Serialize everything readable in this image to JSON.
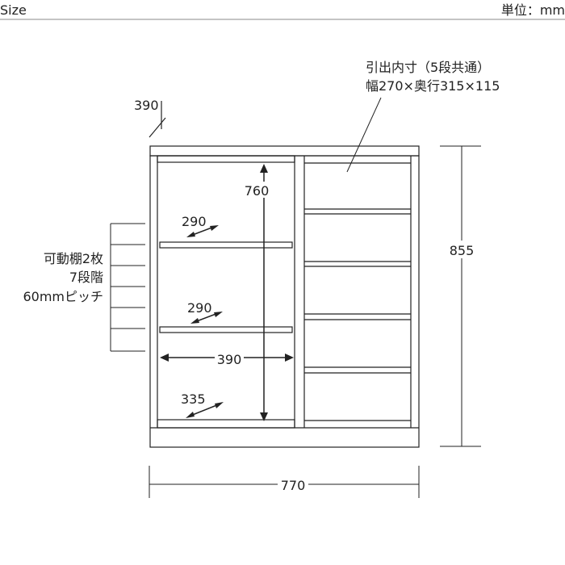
{
  "header": {
    "title": "Size",
    "unit": "単位：mm"
  },
  "dimensions": {
    "depth": "390",
    "width": "770",
    "height": "855",
    "inner_height": "760",
    "inner_width": "390",
    "shelf_depth_upper": "290",
    "shelf_depth_lower": "290",
    "bottom_depth": "335"
  },
  "notes": {
    "drawer_line1": "引出内寸（5段共通）",
    "drawer_line2": "幅270×奥行315×115",
    "shelf_line1": "可動棚2枚",
    "shelf_line2": "7段階",
    "shelf_line3": "60mmピッチ"
  },
  "colors": {
    "line": "#222222",
    "divider": "#888888"
  }
}
